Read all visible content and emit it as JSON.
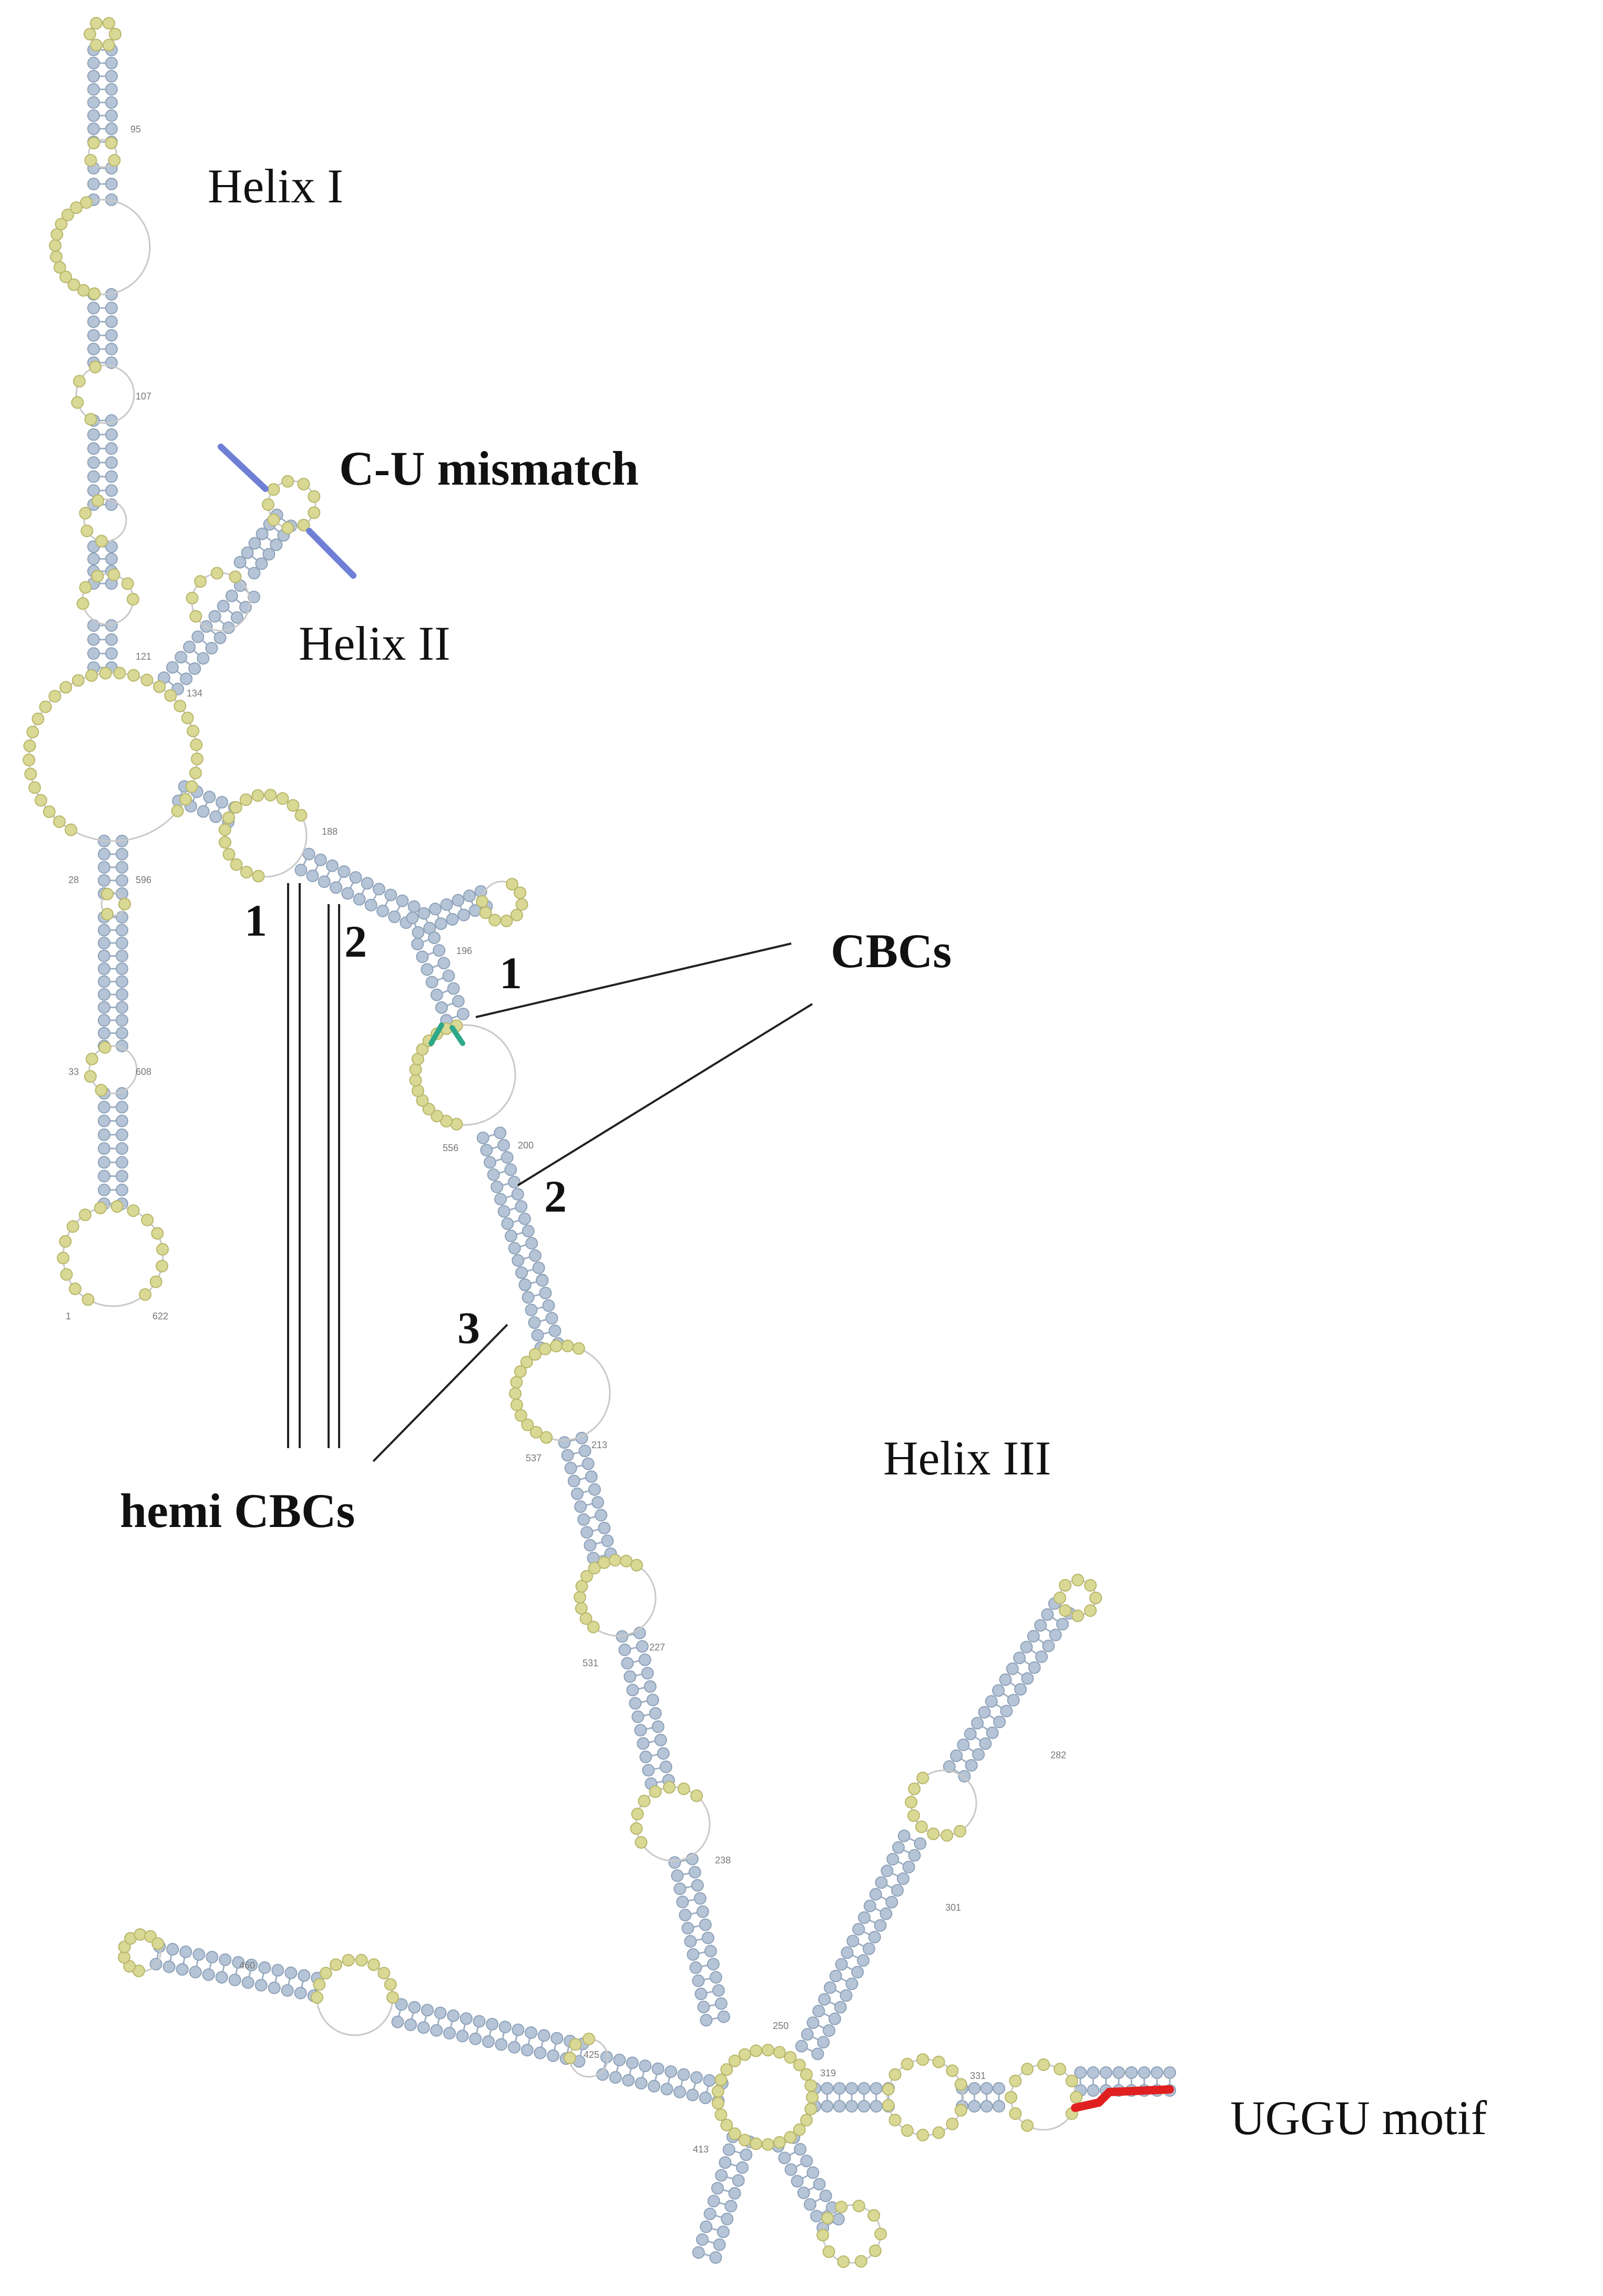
{
  "labels": {
    "helix1": "Helix I",
    "helix2": "Helix II",
    "helix3": "Helix III",
    "cu_mismatch": "C-U mismatch",
    "cbcs": "CBCs",
    "hemi_cbcs": "hemi CBCs",
    "uggu_motif": "UGGU motif",
    "hemi_1": "1",
    "hemi_2": "2",
    "hemi_3": "3",
    "cbc_1": "1",
    "cbc_2": "2"
  },
  "position_numbers": {
    "n95": "95",
    "n107": "107",
    "n121": "121",
    "n134": "134",
    "n188": "188",
    "n196": "196",
    "n200": "200",
    "n213": "213",
    "n227": "227",
    "n238": "238",
    "n250": "250",
    "n282": "282",
    "n301": "301",
    "n319": "319",
    "n331": "331",
    "n596": "596",
    "n608": "608",
    "n622": "622",
    "n1": "1",
    "n28": "28",
    "n33": "33",
    "n413": "413",
    "n425": "425",
    "n460": "460",
    "n531": "531",
    "n537": "537",
    "n556": "556"
  },
  "colors": {
    "paired_nucleotide": "#b5c4d6",
    "loop_nucleotide": "#d9d894",
    "cu_mismatch_marker": "#6f7fd6",
    "uggu_marker": "#e02020",
    "cbc_marker": "#2fa88a",
    "leader_line": "#222222"
  }
}
